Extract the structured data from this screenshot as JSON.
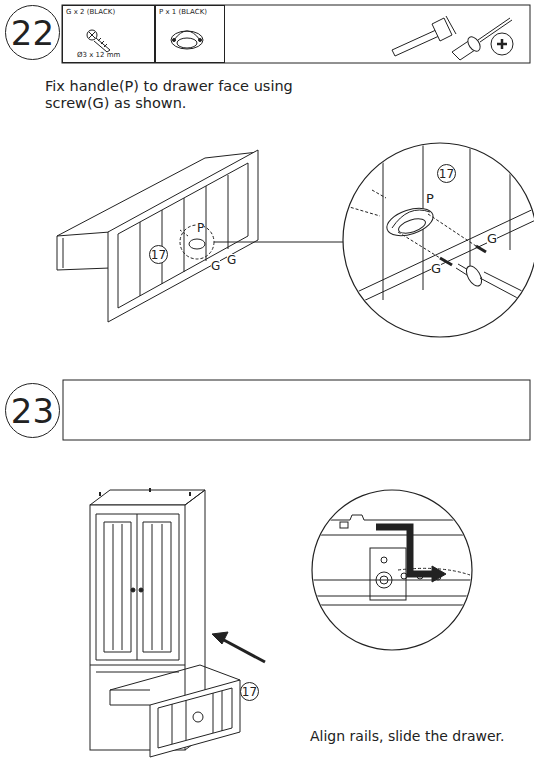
{
  "diagram": {
    "nodes": [
      {
        "text": [
          "22"
        ]
      },
      {
        "text": [
          "G x 2 (BLACK)",
          "Ø3 x 12 mm"
        ]
      },
      {
        "text": [
          "P x 1 (BLACK)"
        ]
      },
      {
        "text": [
          "17"
        ]
      },
      {
        "text": [
          "17"
        ]
      },
      {
        "text": [
          "23"
        ]
      },
      {
        "text": [
          "17"
        ]
      }
    ],
    "labels": [
      "Fix handle(P) to drawer face using screw(G) as shown.",
      "P",
      "G",
      "G",
      "P",
      "G",
      "G",
      "Align rails, slide the drawer."
    ]
  }
}
